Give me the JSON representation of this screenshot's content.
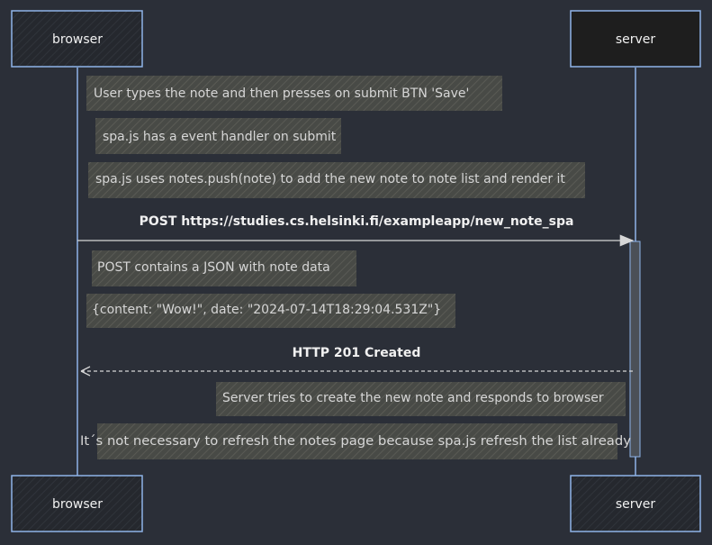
{
  "actors": {
    "browser": {
      "label": "browser"
    },
    "server": {
      "label": "server"
    }
  },
  "notes": [
    "User types the note and then presses on submit BTN 'Save'",
    "spa.js has a event handler on submit",
    "spa.js uses notes.push(note) to add the new note to note list and render it",
    "POST contains a JSON with note data",
    "{content: \"Wow!\", date: \"2024-07-14T18:29:04.531Z\"}",
    "Server tries to create the new note and responds to browser",
    "It´s not necessary to refresh the notes page because spa.js refresh the list already"
  ],
  "messages": [
    {
      "label": "POST https://studies.cs.helsinki.fi/exampleapp/new_note_spa",
      "from": "browser",
      "to": "server",
      "style": "solid"
    },
    {
      "label": "HTTP 201 Created",
      "from": "server",
      "to": "browser",
      "style": "dashed"
    }
  ],
  "colors": {
    "background": "#2b2f38",
    "lifeline": "#8fb4e8",
    "note_fill": "#4a4a46",
    "actor_border": "#8fb4e8",
    "server_fill": "#1e1e1e"
  }
}
